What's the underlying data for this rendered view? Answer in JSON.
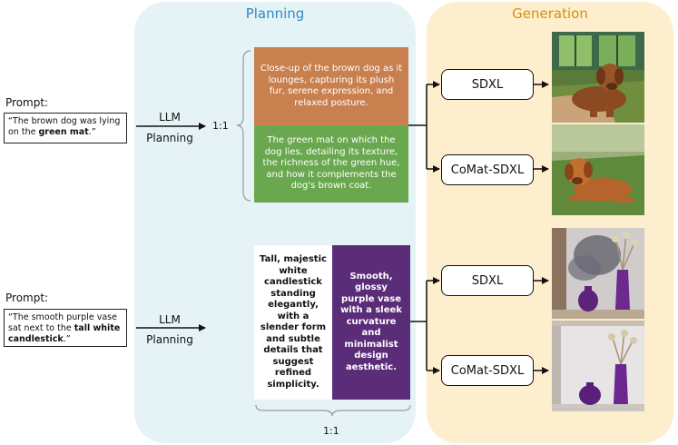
{
  "planning": {
    "title": "Planning"
  },
  "generation": {
    "title": "Generation"
  },
  "example1": {
    "prompt_label": "Prompt:",
    "prompt_parts": [
      "“The brown dog was lying on the ",
      "green mat",
      ".”"
    ],
    "llm_label": "LLM",
    "planning_label": "Planning",
    "ratio": "1:1",
    "cards": [
      "Close-up of the brown dog as it lounges, capturing its plush fur, serene expression, and relaxed posture.",
      "The green mat on which the dog lies, detailing its texture, the richness of the green hue, and how it complements the dog's brown coat."
    ],
    "models": [
      "SDXL",
      "CoMat-SDXL"
    ]
  },
  "example2": {
    "prompt_label": "Prompt:",
    "prompt_parts": [
      "“The smooth purple vase sat next to the ",
      "tall white candlestick",
      ".”"
    ],
    "llm_label": "LLM",
    "planning_label": "Planning",
    "ratio": "1:1",
    "cards": [
      "Tall, majestic white candlestick standing elegantly, with a slender form and subtle details that suggest refined simplicity.",
      "Smooth, glossy purple vase with a sleek curvature and minimalist design aesthetic."
    ],
    "models": [
      "SDXL",
      "CoMat-SDXL"
    ]
  },
  "colors": {
    "planning_bg": "#e5f3f7",
    "generation_bg": "#fdefcd",
    "planning_title": "#2e8bc0",
    "generation_title": "#d4920b",
    "card_dog": "#c9804f",
    "card_mat": "#6aa84f",
    "card_vase": "#5b2d79"
  }
}
